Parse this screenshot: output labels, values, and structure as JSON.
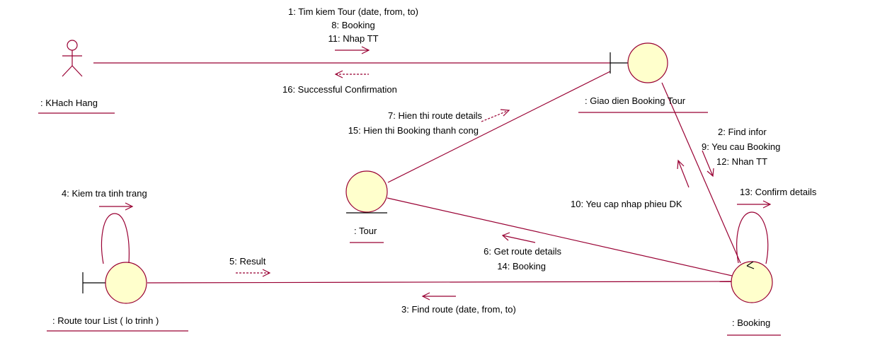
{
  "colors": {
    "line": "#990033",
    "object_fill": "#ffffcc",
    "text": "#000000"
  },
  "objects": {
    "khach_hang": ": KHach Hang",
    "giao_dien": ": Giao dien Booking Tour",
    "tour": ": Tour",
    "route_list": ": Route tour List ( lo trinh )",
    "booking": ": Booking"
  },
  "messages": {
    "m1": "1: Tim kiem Tour (date, from, to)",
    "m8": "8: Booking",
    "m11": "11: Nhap TT",
    "m16": "16: Successful Confirmation",
    "m7": "7: Hien thi route details",
    "m15": "15: Hien thi Booking thanh cong",
    "m2": "2: Find infor",
    "m9": "9: Yeu cau Booking",
    "m12": "12: Nhan TT",
    "m10": "10: Yeu cap nhap phieu DK",
    "m13": "13: Confirm details",
    "m4": "4: Kiem tra tinh trang",
    "m5": "5: Result",
    "m6": "6: Get route details",
    "m14": "14: Booking",
    "m3": "3: Find route (date, from, to)"
  }
}
